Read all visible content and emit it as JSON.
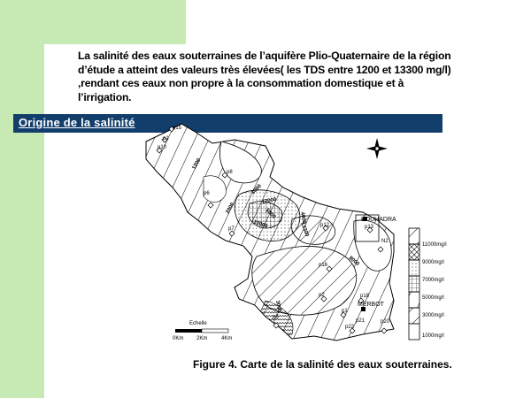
{
  "intro": {
    "text": "La salinité des eaux souterraines de l’aquifère Plio-Quaternaire de la région d’étude a atteint des valeurs très élevées( les TDS entre 1200 et 13300 mg/l) ,rendant ces eaux non propre à la consommation  domestique et à l’irrigation."
  },
  "section": {
    "title": "Origine de la salinité"
  },
  "map": {
    "wells": [
      "p15",
      "p1",
      "p10",
      "p8",
      "p6",
      "p7",
      "p12",
      "p13",
      "p16",
      "p2",
      "p18",
      "p1",
      "p21",
      "p22",
      "p20",
      "p5",
      "N2"
    ],
    "place_names": [
      "BOUHADRA",
      "MERBOT"
    ],
    "contour_labels": [
      "1200",
      "2000",
      "3000",
      "3000",
      "4000",
      "5000",
      "8000",
      "10000",
      "12000",
      "13300"
    ],
    "scale": {
      "title": "Echelle",
      "ticks": [
        "0Km",
        "2Km",
        "4Km"
      ]
    },
    "legend": [
      "11000mg/l",
      "9000mg/l",
      "7000mg/l",
      "5000mg/l",
      "3000mg/l",
      "1000mg/l"
    ]
  },
  "caption": {
    "text": "Figure 4. Carte de la salinité des eaux souterraines."
  }
}
